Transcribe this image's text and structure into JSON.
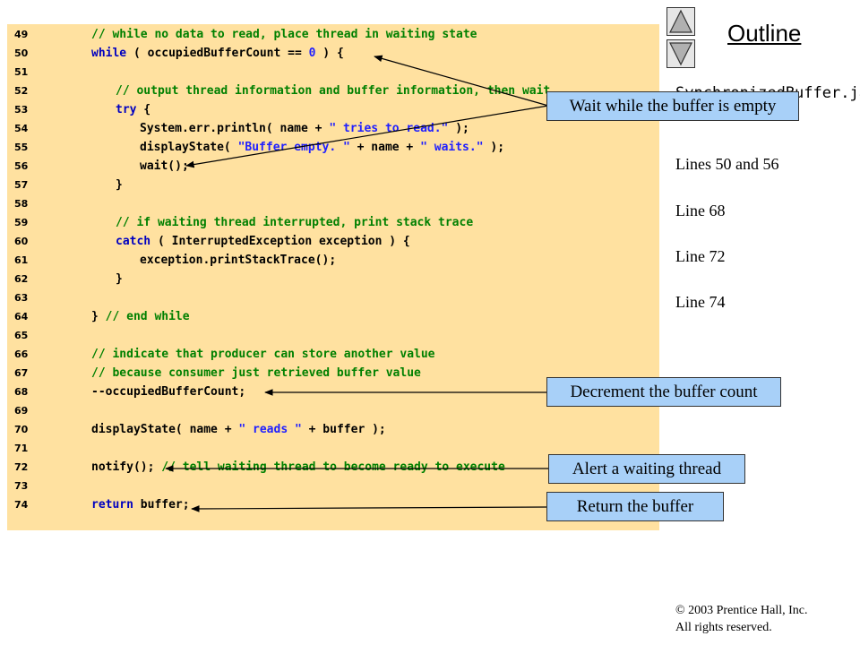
{
  "outline_title": "Outline",
  "file_title": "SynchronizedBuffer.java",
  "line_refs": [
    "Lines 50 and 56",
    "Line 68",
    "Line 72",
    "Line 74"
  ],
  "callouts": {
    "wait": "Wait while the buffer is empty",
    "decrement": "Decrement the buffer count",
    "alert": "Alert a waiting thread",
    "return": "Return the buffer"
  },
  "copyright": {
    "line1": "© 2003 Prentice Hall, Inc.",
    "line2": "All rights reserved."
  },
  "code": [
    {
      "num": "49",
      "indent": 0,
      "parts": [
        {
          "t": "// while no data to read, place thread in waiting state",
          "c": "cm"
        }
      ]
    },
    {
      "num": "50",
      "indent": 0,
      "parts": [
        {
          "t": "while",
          "c": "kw"
        },
        {
          "t": " ( occupiedBufferCount == ",
          "c": ""
        },
        {
          "t": "0",
          "c": "st"
        },
        {
          "t": " ) {",
          "c": ""
        }
      ]
    },
    {
      "num": "51",
      "indent": 0,
      "parts": []
    },
    {
      "num": "52",
      "indent": 1,
      "parts": [
        {
          "t": "// output thread information and buffer information, then wait",
          "c": "cm"
        }
      ]
    },
    {
      "num": "53",
      "indent": 1,
      "parts": [
        {
          "t": "try",
          "c": "kw"
        },
        {
          "t": " {",
          "c": ""
        }
      ]
    },
    {
      "num": "54",
      "indent": 2,
      "parts": [
        {
          "t": "System.err.println( name + ",
          "c": ""
        },
        {
          "t": "\" tries to read.\"",
          "c": "st"
        },
        {
          "t": " );",
          "c": ""
        }
      ]
    },
    {
      "num": "55",
      "indent": 2,
      "parts": [
        {
          "t": "displayState( ",
          "c": ""
        },
        {
          "t": "\"Buffer empty. \"",
          "c": "st"
        },
        {
          "t": " + name + ",
          "c": ""
        },
        {
          "t": "\" waits.\"",
          "c": "st"
        },
        {
          "t": " );",
          "c": ""
        }
      ]
    },
    {
      "num": "56",
      "indent": 2,
      "parts": [
        {
          "t": "wait();",
          "c": ""
        }
      ]
    },
    {
      "num": "57",
      "indent": 1,
      "parts": [
        {
          "t": "}",
          "c": ""
        }
      ]
    },
    {
      "num": "58",
      "indent": 0,
      "parts": []
    },
    {
      "num": "59",
      "indent": 1,
      "parts": [
        {
          "t": "// if waiting thread interrupted, print stack trace",
          "c": "cm"
        }
      ]
    },
    {
      "num": "60",
      "indent": 1,
      "parts": [
        {
          "t": "catch",
          "c": "kw"
        },
        {
          "t": " ( InterruptedException exception ) {",
          "c": ""
        }
      ]
    },
    {
      "num": "61",
      "indent": 2,
      "parts": [
        {
          "t": "exception.printStackTrace();",
          "c": ""
        }
      ]
    },
    {
      "num": "62",
      "indent": 1,
      "parts": [
        {
          "t": "}",
          "c": ""
        }
      ]
    },
    {
      "num": "63",
      "indent": 0,
      "parts": []
    },
    {
      "num": "64",
      "indent": 0,
      "parts": [
        {
          "t": "} ",
          "c": ""
        },
        {
          "t": "// end while",
          "c": "cm"
        }
      ]
    },
    {
      "num": "65",
      "indent": 0,
      "parts": []
    },
    {
      "num": "66",
      "indent": 0,
      "parts": [
        {
          "t": "// indicate that producer can store another value",
          "c": "cm"
        }
      ]
    },
    {
      "num": "67",
      "indent": 0,
      "parts": [
        {
          "t": "// because consumer just retrieved buffer value",
          "c": "cm"
        }
      ]
    },
    {
      "num": "68",
      "indent": 0,
      "parts": [
        {
          "t": "--occupiedBufferCount;",
          "c": ""
        }
      ]
    },
    {
      "num": "69",
      "indent": 0,
      "parts": []
    },
    {
      "num": "70",
      "indent": 0,
      "parts": [
        {
          "t": "displayState( name + ",
          "c": ""
        },
        {
          "t": "\" reads \"",
          "c": "st"
        },
        {
          "t": " + buffer );",
          "c": ""
        }
      ]
    },
    {
      "num": "71",
      "indent": 0,
      "parts": []
    },
    {
      "num": "72",
      "indent": 0,
      "parts": [
        {
          "t": "notify(); ",
          "c": ""
        },
        {
          "t": "// tell waiting thread to become ready to execute",
          "c": "cm"
        }
      ]
    },
    {
      "num": "73",
      "indent": 0,
      "parts": []
    },
    {
      "num": "74",
      "indent": 0,
      "parts": [
        {
          "t": "return",
          "c": "kw"
        },
        {
          "t": " buffer;",
          "c": ""
        }
      ]
    }
  ]
}
